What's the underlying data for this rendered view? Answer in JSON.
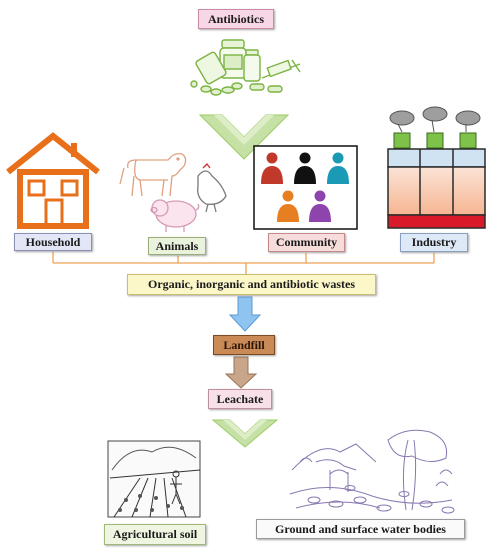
{
  "labels": {
    "antibiotics": "Antibiotics",
    "household": "Household",
    "animals": "Animals",
    "community": "Community",
    "industry": "Industry",
    "wastes": "Organic, inorganic and antibiotic wastes",
    "landfill": "Landfill",
    "leachate": "Leachate",
    "agricultural_soil": "Agricultural soil",
    "water_bodies": "Ground and surface water bodies"
  },
  "colors": {
    "pill_green": "#7cb342",
    "chevron_green": "#c5e1a5",
    "house_orange": "#e8701a",
    "connector_orange": "#f0a050",
    "arrow_blue": "#90c4f0",
    "arrow_brown": "#c9a58a",
    "factory_red": "#d8192a",
    "factory_green": "#7fc24a",
    "person_red": "#c0392b",
    "person_black": "#111111",
    "person_teal": "#1b9ab5",
    "person_orange": "#e67e22",
    "person_purple": "#8e44ad"
  },
  "icons": [
    "pills-icon",
    "house-icon",
    "cow-icon",
    "chicken-icon",
    "pig-icon",
    "people-icon",
    "factory-icon",
    "farmer-field-icon",
    "river-landscape-icon"
  ]
}
